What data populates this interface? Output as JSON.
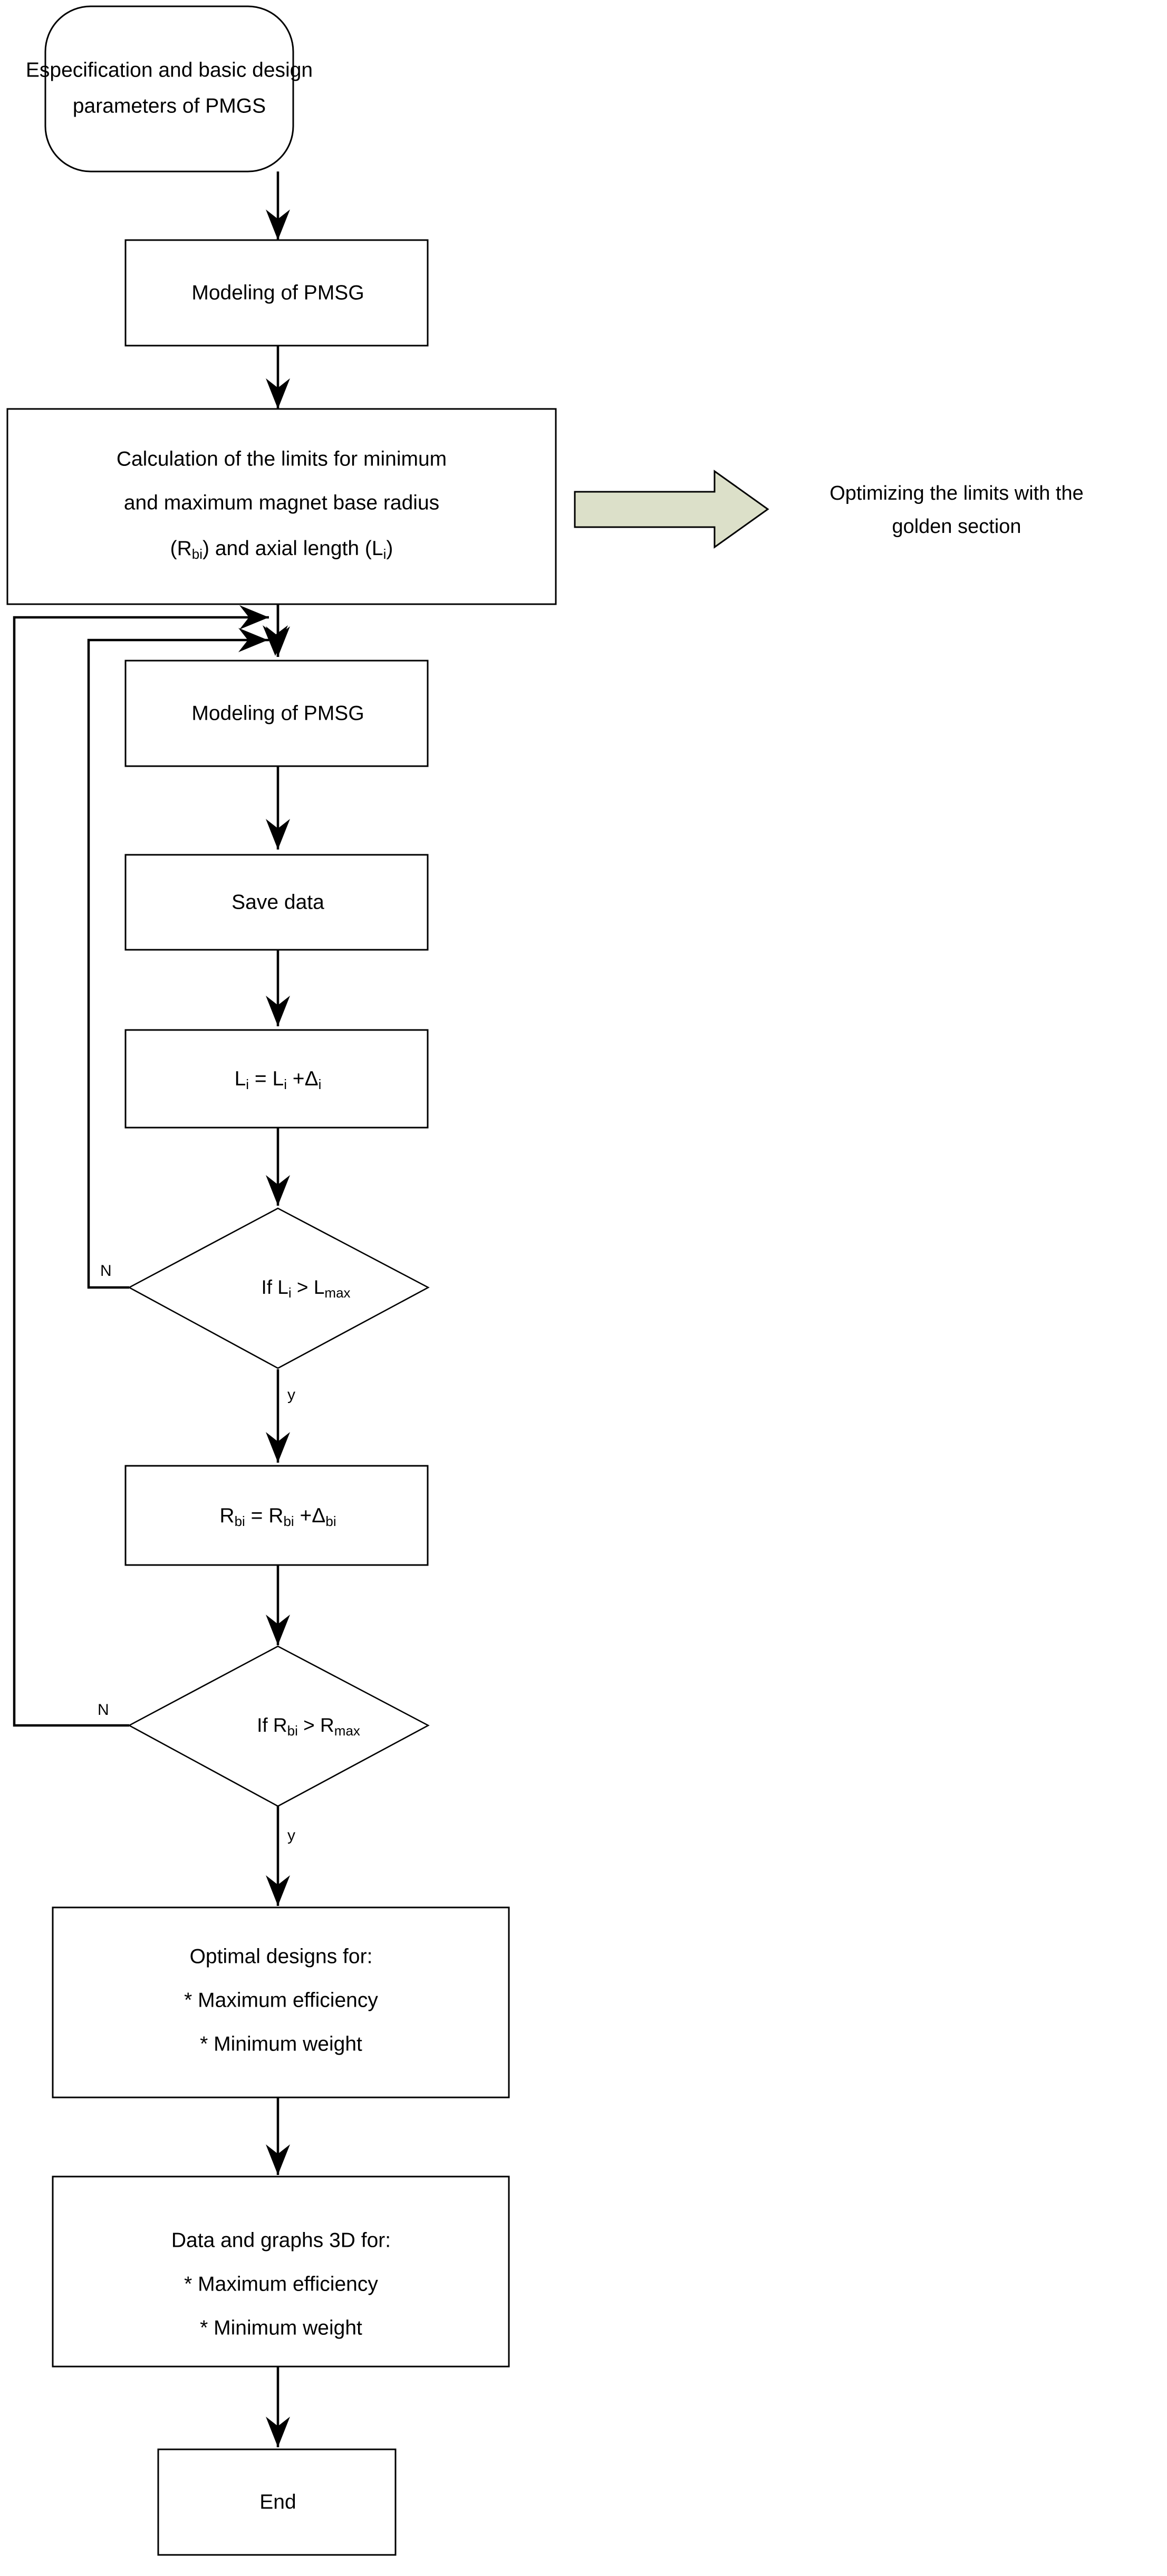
{
  "diagram": {
    "title": "PMSG optimization design flowchart",
    "colors": {
      "node_stroke": "#000000",
      "node_fill": "#ffffff",
      "connector": "#000000",
      "annotation_fill": "#DCE0C9",
      "annotation_stroke": "#000000",
      "background": "#ffffff"
    }
  },
  "nodes": {
    "start": {
      "shape": "rounded-rectangle",
      "line1": "Especification and basic design",
      "line2": "parameters of PMGS"
    },
    "modeling_top": {
      "shape": "rectangle",
      "label": "Modeling of PMSG"
    },
    "calculation_limits": {
      "shape": "rectangle",
      "line1": "Calculation of the limits for minimum",
      "line2": "and maximum magnet base radius",
      "line3_pre": "(R",
      "line3_sub": "bi",
      "line3_mid": ") and axial length (L",
      "line3_sub2": "i",
      "line3_post": ")"
    },
    "modeling_loop": {
      "shape": "rectangle",
      "label": "Modeling of PMSG"
    },
    "save_data": {
      "shape": "rectangle",
      "label": "Save data"
    },
    "increment_l": {
      "shape": "rectangle",
      "pre": "L",
      "sub1": "i",
      "mid": " = L",
      "sub2": "i",
      "plus": " +Δ",
      "sub3": "i"
    },
    "decision_l": {
      "shape": "diamond",
      "pre": "If L",
      "sub1": "i",
      "mid": " > L",
      "sub2": "max"
    },
    "increment_r": {
      "shape": "rectangle",
      "pre": "R",
      "sub1": "bi",
      "mid": " = R",
      "sub2": "bi",
      "plus": " +Δ",
      "sub3": "bi"
    },
    "decision_r": {
      "shape": "diamond",
      "pre": "If R",
      "sub1": "bi",
      "mid": " > R",
      "sub2": "max"
    },
    "optimal_designs": {
      "shape": "rectangle",
      "line1": "Optimal designs for:",
      "line2": "* Maximum efficiency",
      "line3": "* Minimum weight"
    },
    "data_graphs": {
      "shape": "rectangle",
      "line1": "Data and graphs 3D for:",
      "line2": "* Maximum efficiency",
      "line3": "* Minimum weight"
    },
    "end": {
      "shape": "rectangle",
      "label": "End"
    }
  },
  "annotation": {
    "arrow_shape": "right-block-arrow",
    "line1": "Optimizing the limits with the",
    "line2": "golden section"
  },
  "branch_labels": {
    "decision_l_no": "N",
    "decision_l_yes": "y",
    "decision_r_no": "N",
    "decision_r_yes": "y"
  }
}
